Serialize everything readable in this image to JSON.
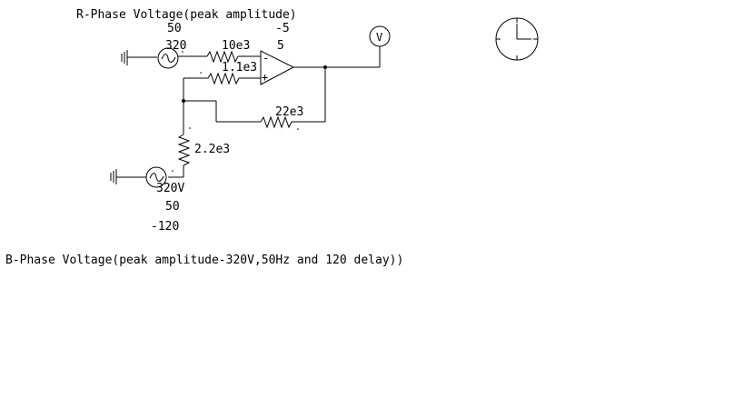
{
  "labels": {
    "r_phase_title": "R-Phase Voltage(peak amplitude)",
    "r_freq": "50",
    "r_amplitude": "320",
    "opamp_neg_rail": "-5",
    "opamp_pos_rail": "5",
    "b_phase_amplitude": "320V",
    "b_phase_freq": "50",
    "b_phase_delay": "-120",
    "b_phase_title": "B-Phase Voltage(peak amplitude-320V,50Hz and 120 delay))"
  },
  "components": {
    "r_input_resistor": "10e3",
    "r_noninv_resistor": "1.1e3",
    "r_feedback": "22e3",
    "r_b_phase": "2.2e3",
    "voltmeter_symbol": "V"
  },
  "colors": {
    "wire": "#000000",
    "background": "#ffffff"
  }
}
